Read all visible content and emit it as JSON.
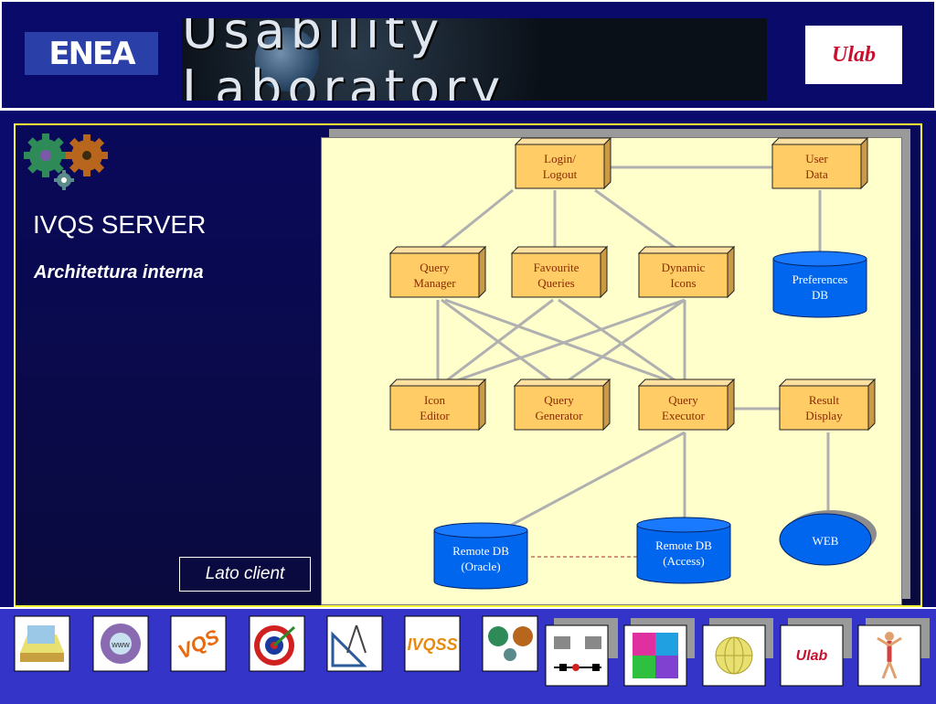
{
  "header": {
    "left_logo_text": "ENEA",
    "banner_title": "Usability Laboratory",
    "right_logo_text": "Ulab"
  },
  "slide": {
    "title": "IVQS SERVER",
    "subtitle": "Architettura interna",
    "client_label": "Lato client"
  },
  "diagram": {
    "boxes": [
      {
        "id": "login",
        "lines": [
          "Login/",
          "Logout"
        ]
      },
      {
        "id": "userdata",
        "lines": [
          "User",
          "Data"
        ]
      },
      {
        "id": "querymanager",
        "lines": [
          "Query",
          "Manager"
        ]
      },
      {
        "id": "favourite",
        "lines": [
          "Favourite",
          "Queries"
        ]
      },
      {
        "id": "dynamic",
        "lines": [
          "Dynamic",
          "Icons"
        ]
      },
      {
        "id": "iconeditor",
        "lines": [
          "Icon",
          "Editor"
        ]
      },
      {
        "id": "querygen",
        "lines": [
          "Query",
          "Generator"
        ]
      },
      {
        "id": "queryexec",
        "lines": [
          "Query",
          "Executor"
        ]
      },
      {
        "id": "result",
        "lines": [
          "Result",
          "Display"
        ]
      }
    ],
    "databases": [
      {
        "id": "prefdb",
        "lines": [
          "Preferences",
          "DB"
        ]
      },
      {
        "id": "oracle",
        "lines": [
          "Remote DB",
          "(Oracle)"
        ]
      },
      {
        "id": "access",
        "lines": [
          "Remote DB",
          "(Access)"
        ]
      }
    ],
    "web_label": "WEB"
  },
  "footer": {
    "icons": [
      "documents-icon",
      "www-globe-icon",
      "vqs-logo-icon",
      "target-icon",
      "drafting-tools-icon",
      "ivqss-logo-icon",
      "gears-icon",
      "network-icon",
      "puzzle-icon",
      "globe-icon",
      "ulab-logo-icon",
      "runner-icon"
    ],
    "ivqss_text": "IVQSS",
    "vqs_text": "VQS"
  },
  "colors": {
    "background": "#0b0b6e",
    "box_fill": "#ffcc66",
    "db_fill": "#0066ee",
    "canvas": "#ffffcc",
    "frame": "#ffff33",
    "footer": "#3434c8"
  }
}
